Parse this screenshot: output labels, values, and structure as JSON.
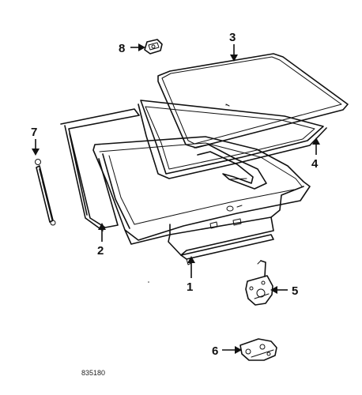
{
  "callouts": [
    {
      "id": "1",
      "label": "1"
    },
    {
      "id": "2",
      "label": "2"
    },
    {
      "id": "3",
      "label": "3"
    },
    {
      "id": "4",
      "label": "4"
    },
    {
      "id": "5",
      "label": "5"
    },
    {
      "id": "6",
      "label": "6"
    },
    {
      "id": "7",
      "label": "7"
    },
    {
      "id": "8",
      "label": "8"
    }
  ],
  "diagram_code": "835180"
}
